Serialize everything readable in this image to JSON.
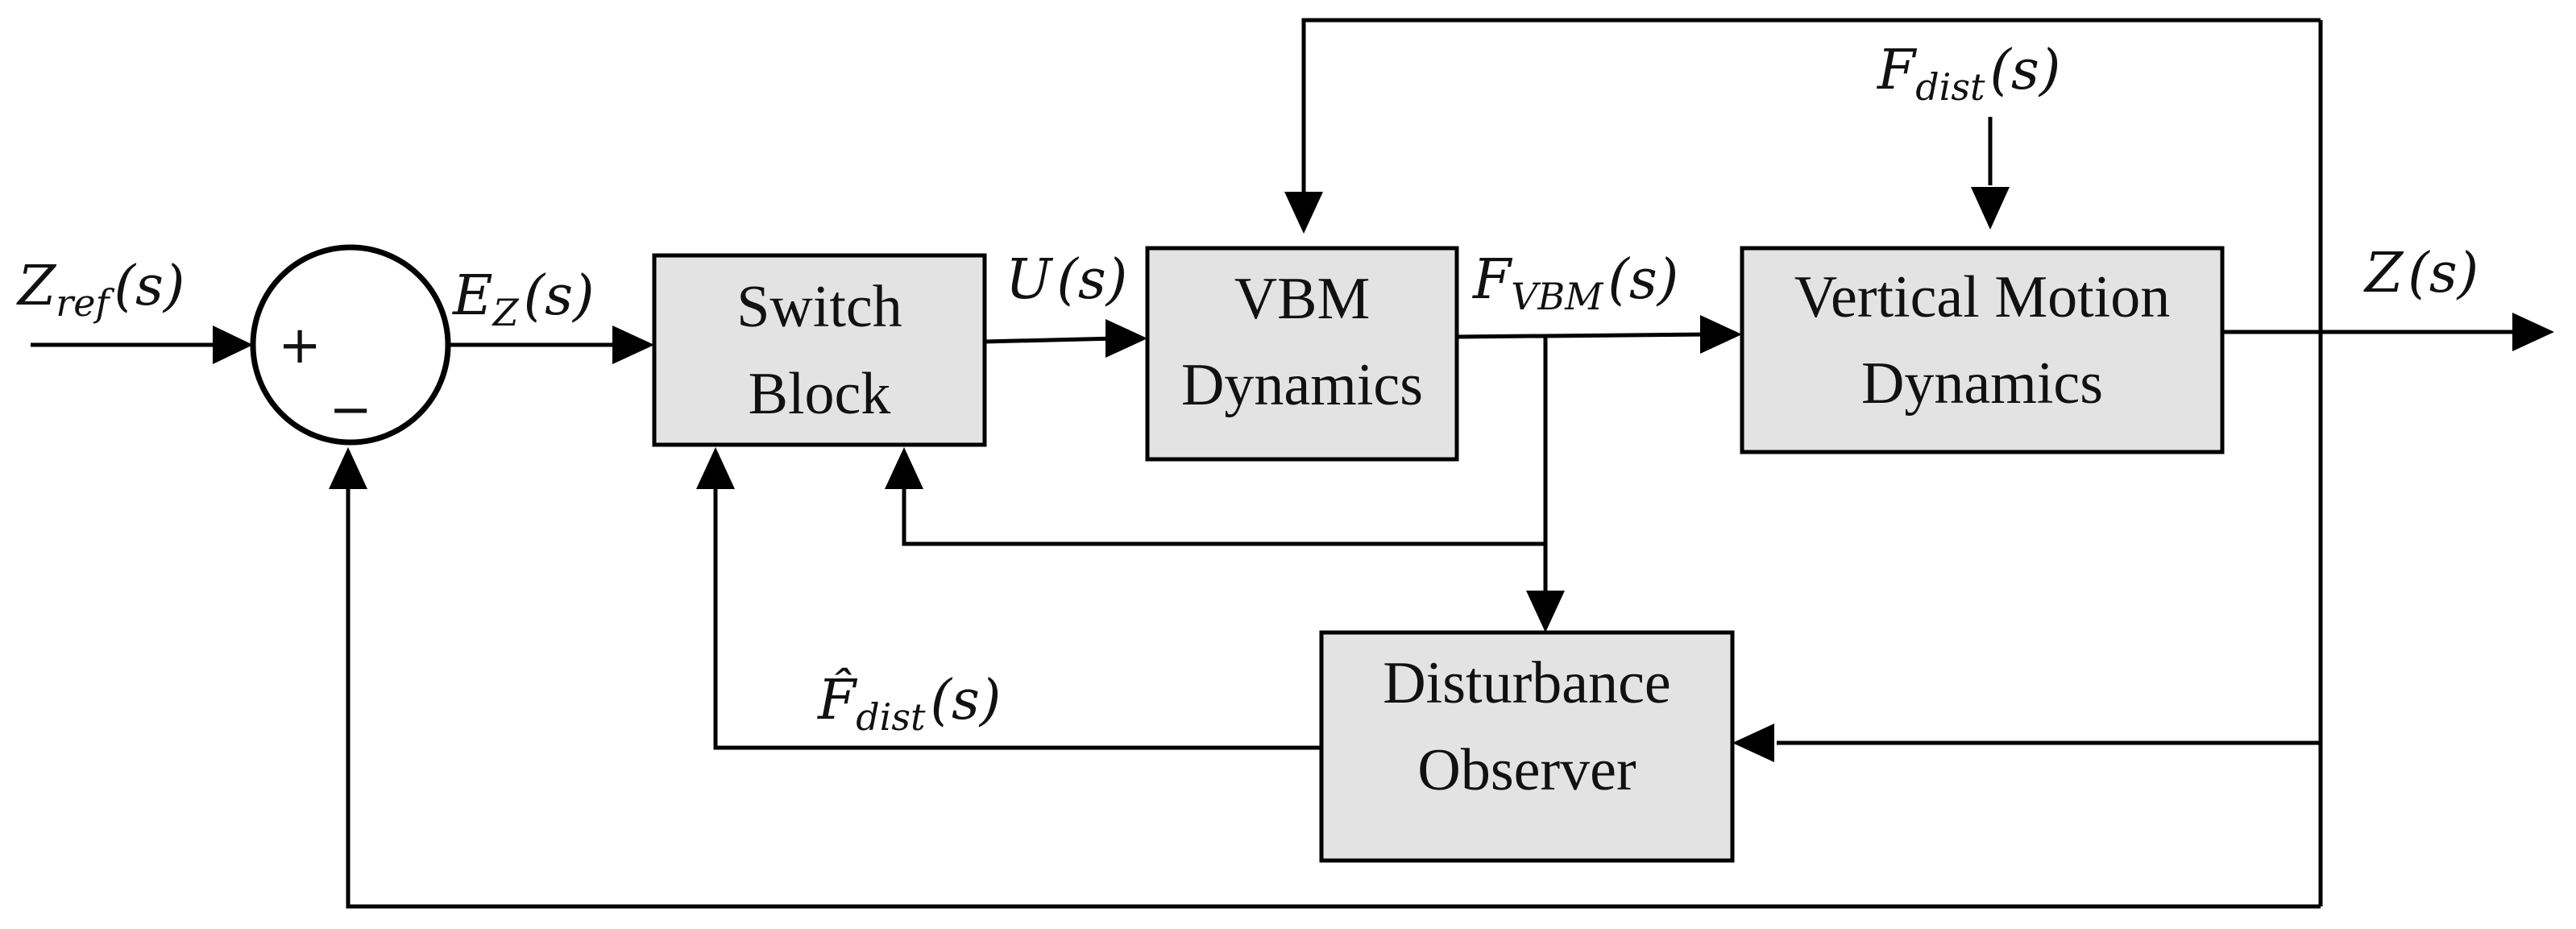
{
  "blocks": {
    "switch_block": {
      "line1": "Switch",
      "line2": "Block"
    },
    "vbm_dynamics": {
      "line1": "VBM",
      "line2": "Dynamics"
    },
    "vertical_motion_dynamics": {
      "line1": "Vertical Motion",
      "line2": "Dynamics"
    },
    "disturbance_observer": {
      "line1": "Disturbance",
      "line2": "Observer"
    }
  },
  "summing_junction": {
    "plus": "+",
    "minus": "−"
  },
  "signals": {
    "z_ref": {
      "main": "Z",
      "sub": "ref",
      "arg": "(s)"
    },
    "e_z": {
      "main": "E",
      "sub": "Z",
      "arg": "(s)"
    },
    "u": {
      "main": "U",
      "arg": "(s)"
    },
    "f_vbm": {
      "main": "F",
      "sub": "VBM",
      "arg": "(s)"
    },
    "z": {
      "main": "Z",
      "arg": "(s)"
    },
    "f_dist": {
      "main": "F",
      "sub": "dist",
      "arg": "(s)"
    },
    "f_dist_hat": {
      "main": "F̂",
      "sub": "dist",
      "arg": "(s)"
    }
  }
}
